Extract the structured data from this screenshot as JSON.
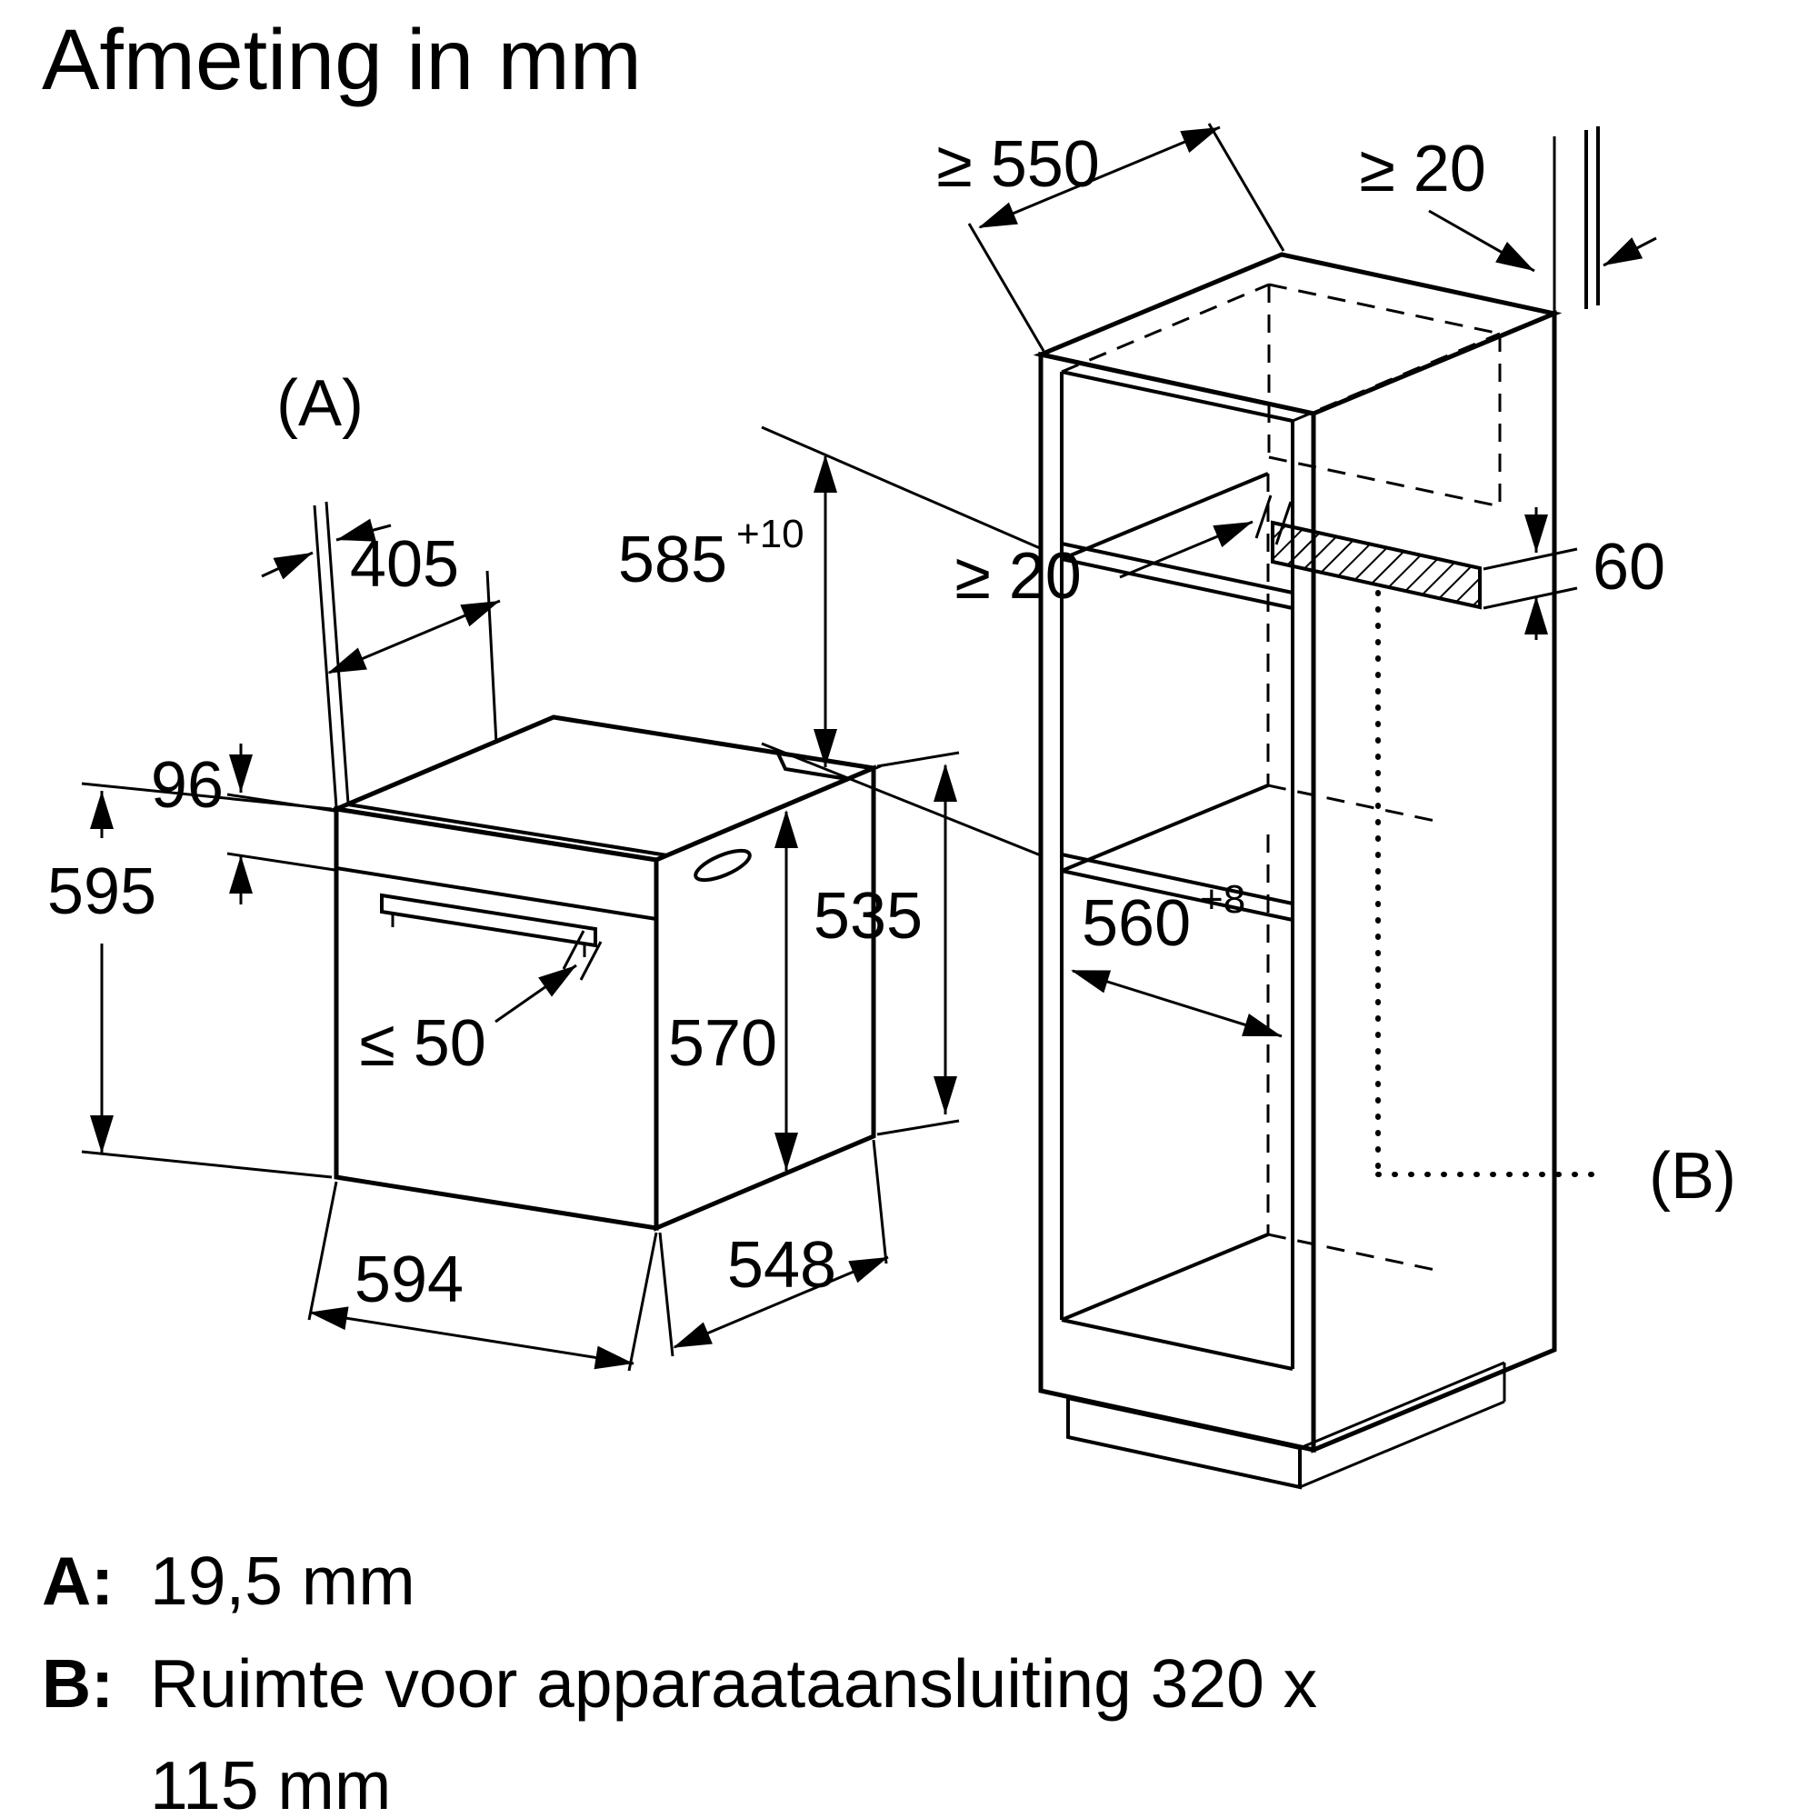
{
  "title": "Afmeting in mm",
  "oven": {
    "label_a": "(A)",
    "dim_depth_top": "405",
    "dim_panel_height": "96",
    "dim_height": "595",
    "dim_handle": "≤ 50",
    "dim_door_height": "570",
    "dim_rear_height": "535",
    "dim_width": "594",
    "dim_depth": "548"
  },
  "cabinet": {
    "dim_min_depth": "≥ 550",
    "dim_rear_gap_top": "≥ 20",
    "dim_niche_height": "585",
    "dim_niche_height_tol": "+10",
    "dim_rear_clearance": "≥ 20",
    "dim_strip_height": "60",
    "dim_niche_width": "560",
    "dim_niche_width_tol": "+8",
    "label_b": "(B)"
  },
  "legend": {
    "a_key": "A:",
    "a_value": "19,5 mm",
    "b_key": "B:",
    "b_value_line1": "Ruimte voor apparaataansluiting 320 x",
    "b_value_line2": "115 mm"
  }
}
